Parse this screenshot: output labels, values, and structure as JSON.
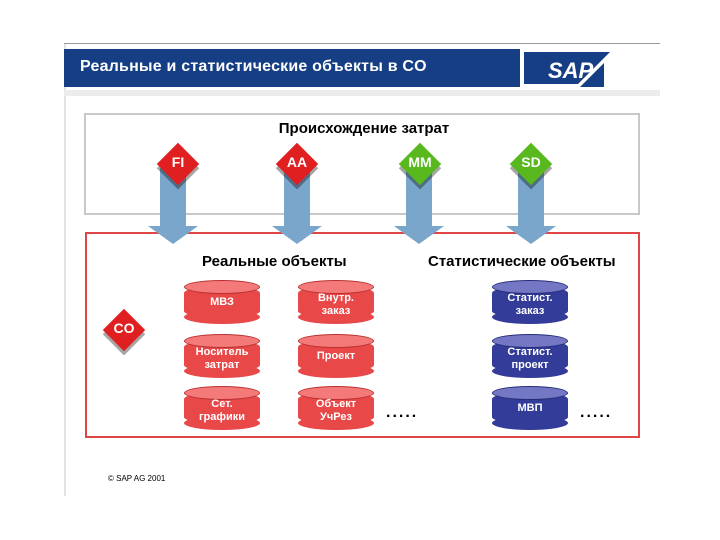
{
  "header": {
    "title": "Реальные и статистические объекты в CO",
    "logo_text": "SAP"
  },
  "origin": {
    "title": "Происхождение затрат",
    "modules": [
      {
        "label": "FI",
        "color": "#e02020"
      },
      {
        "label": "AA",
        "color": "#e02020"
      },
      {
        "label": "MM",
        "color": "#58b81e"
      },
      {
        "label": "SD",
        "color": "#58b81e"
      }
    ]
  },
  "co_label": "CO",
  "real_objects": {
    "title": "Реальные объекты",
    "items": [
      "МВЗ",
      "Внутр.\nзаказ",
      "Носитель\nзатрат",
      "Проект",
      "Сет.\nграфики",
      "Объект\nУчРез"
    ],
    "dots": "....."
  },
  "stat_objects": {
    "title": "Статистические объекты",
    "items": [
      "Статист.\nзаказ",
      "Статист.\nпроект",
      "МВП"
    ],
    "dots": "....."
  },
  "footer": {
    "copyright": "© SAP AG 2001"
  }
}
